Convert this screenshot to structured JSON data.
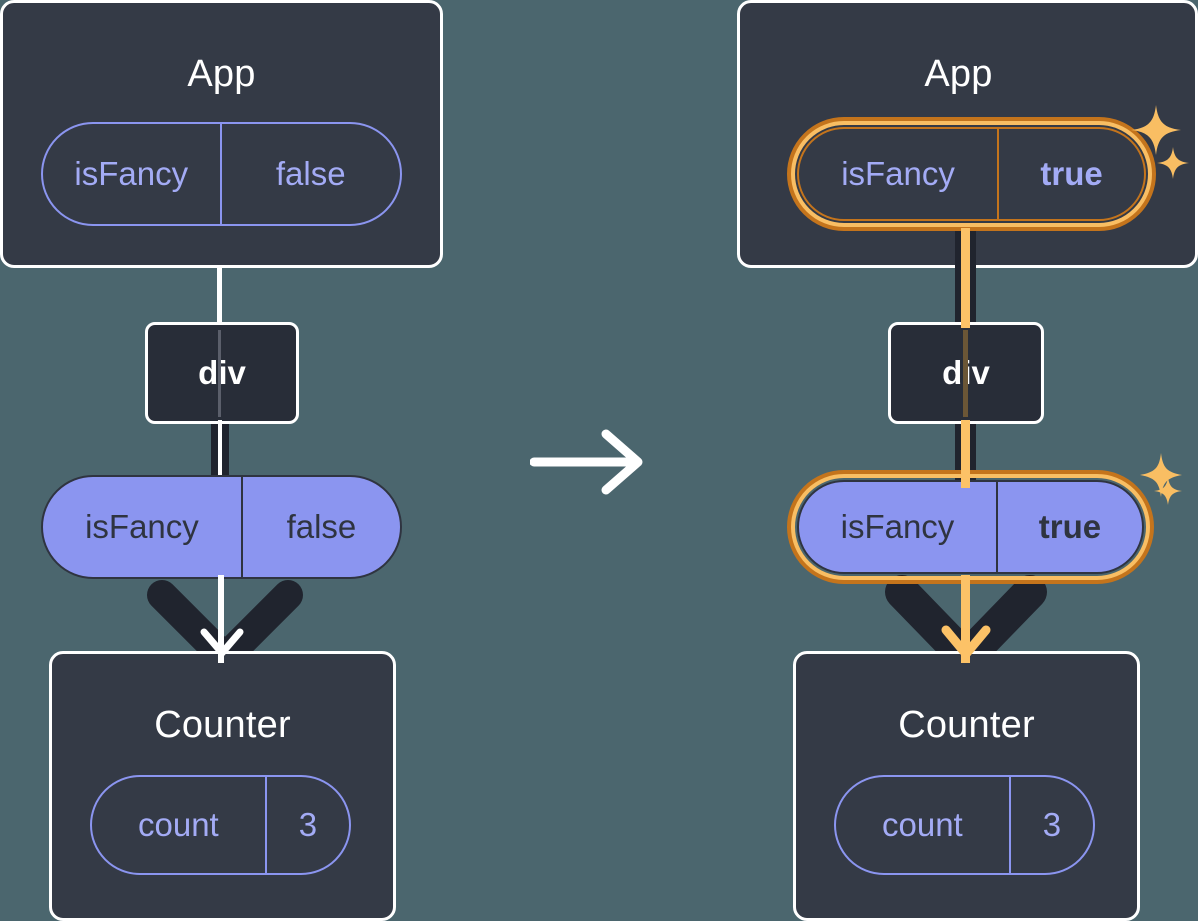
{
  "background_color": "#4b666e",
  "palette": {
    "box_fill": "#343a46",
    "box_border": "#ffffff",
    "div_fill": "#282d38",
    "pill_fill": "#8b95f0",
    "pill_outline": "#8b95f0",
    "pill_text_dark": "#2f3440",
    "highlight_dark": "#c4741c",
    "highlight_light": "#f9be63",
    "arrow_dark": "#20242e",
    "arrow_light": "#ffffff",
    "arrow_orange": "#fcc267"
  },
  "transition_arrow": {
    "icon": "arrow-right-icon",
    "color": "#ffffff"
  },
  "panels": [
    {
      "id": "before",
      "app": {
        "title": "App",
        "pill": {
          "key": "isFancy",
          "value": "false",
          "style": "outline",
          "highlighted": false,
          "value_bold": false
        }
      },
      "div": {
        "label": "div"
      },
      "prop_pill": {
        "key": "isFancy",
        "value": "false",
        "style": "solid",
        "highlighted": false,
        "value_bold": false
      },
      "counter": {
        "title": "Counter",
        "pill": {
          "key": "count",
          "value": "3",
          "style": "outline",
          "highlighted": false,
          "value_bold": false
        }
      },
      "sparkles": false,
      "flow_color": "#ffffff"
    },
    {
      "id": "after",
      "app": {
        "title": "App",
        "pill": {
          "key": "isFancy",
          "value": "true",
          "style": "outline",
          "highlighted": true,
          "value_bold": true
        }
      },
      "div": {
        "label": "div"
      },
      "prop_pill": {
        "key": "isFancy",
        "value": "true",
        "style": "solid",
        "highlighted": true,
        "value_bold": true
      },
      "counter": {
        "title": "Counter",
        "pill": {
          "key": "count",
          "value": "3",
          "style": "outline",
          "highlighted": false,
          "value_bold": false
        }
      },
      "sparkles": true,
      "flow_color": "#fcc267"
    }
  ]
}
